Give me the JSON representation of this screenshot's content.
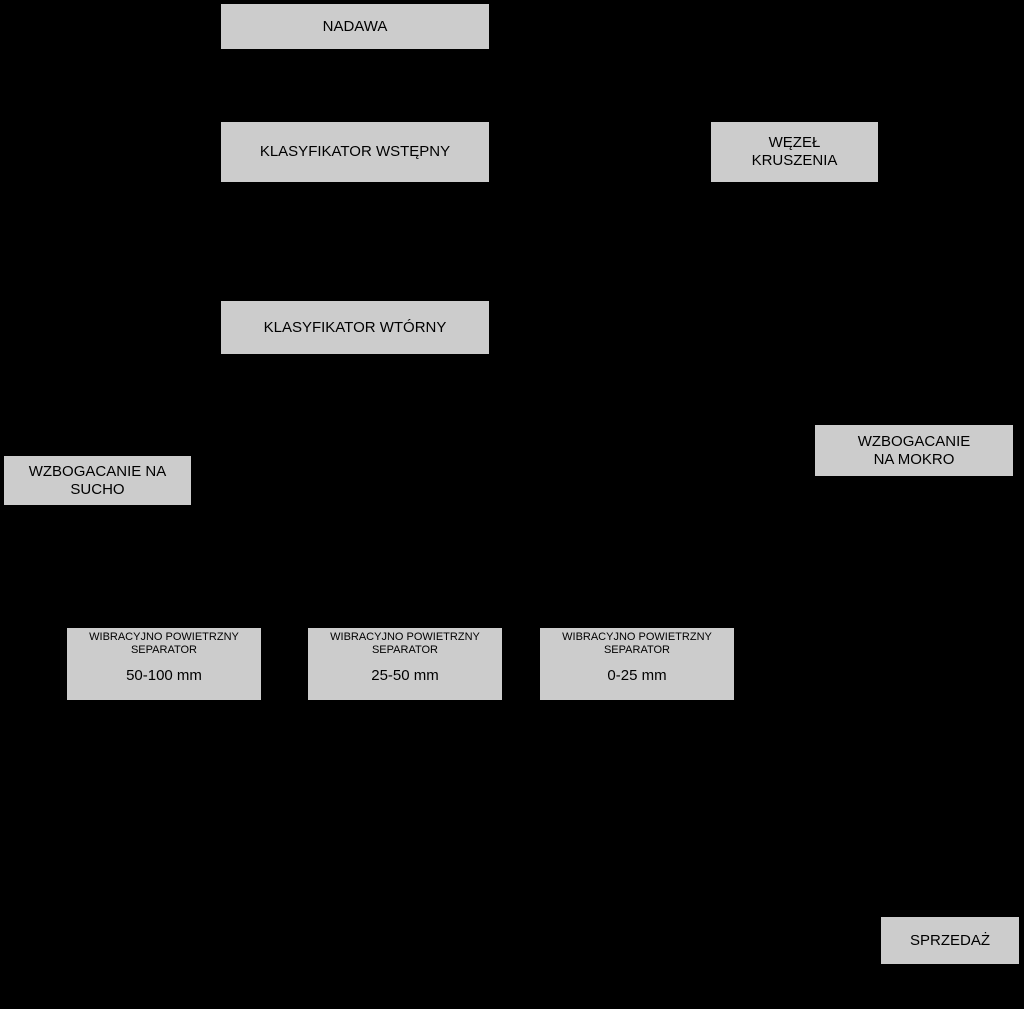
{
  "nodes": {
    "nadawa": "NADAWA",
    "klasyfikator_wstepny": "KLASYFIKATOR WSTĘPNY",
    "wezel_kruszenia": "WĘZEŁ\nKRUSZENIA",
    "klasyfikator_wtorny": "KLASYFIKATOR WTÓRNY",
    "wzbogacanie_na_sucho": "WZBOGACANIE NA\nSUCHO",
    "wzbogacanie_na_mokro": "WZBOGACANIE\nNA MOKRO",
    "separators": [
      {
        "title": "WIBRACYJNO POWIETRZNY\nSEPARATOR",
        "range": "50-100 mm"
      },
      {
        "title": "WIBRACYJNO POWIETRZNY\nSEPARATOR",
        "range": "25-50 mm"
      },
      {
        "title": "WIBRACYJNO POWIETRZNY\nSEPARATOR",
        "range": "0-25 mm"
      }
    ],
    "sprzedaz": "SPRZEDAŻ"
  },
  "colors": {
    "background": "#000000",
    "box_fill": "#cccccc",
    "text": "#000000"
  }
}
